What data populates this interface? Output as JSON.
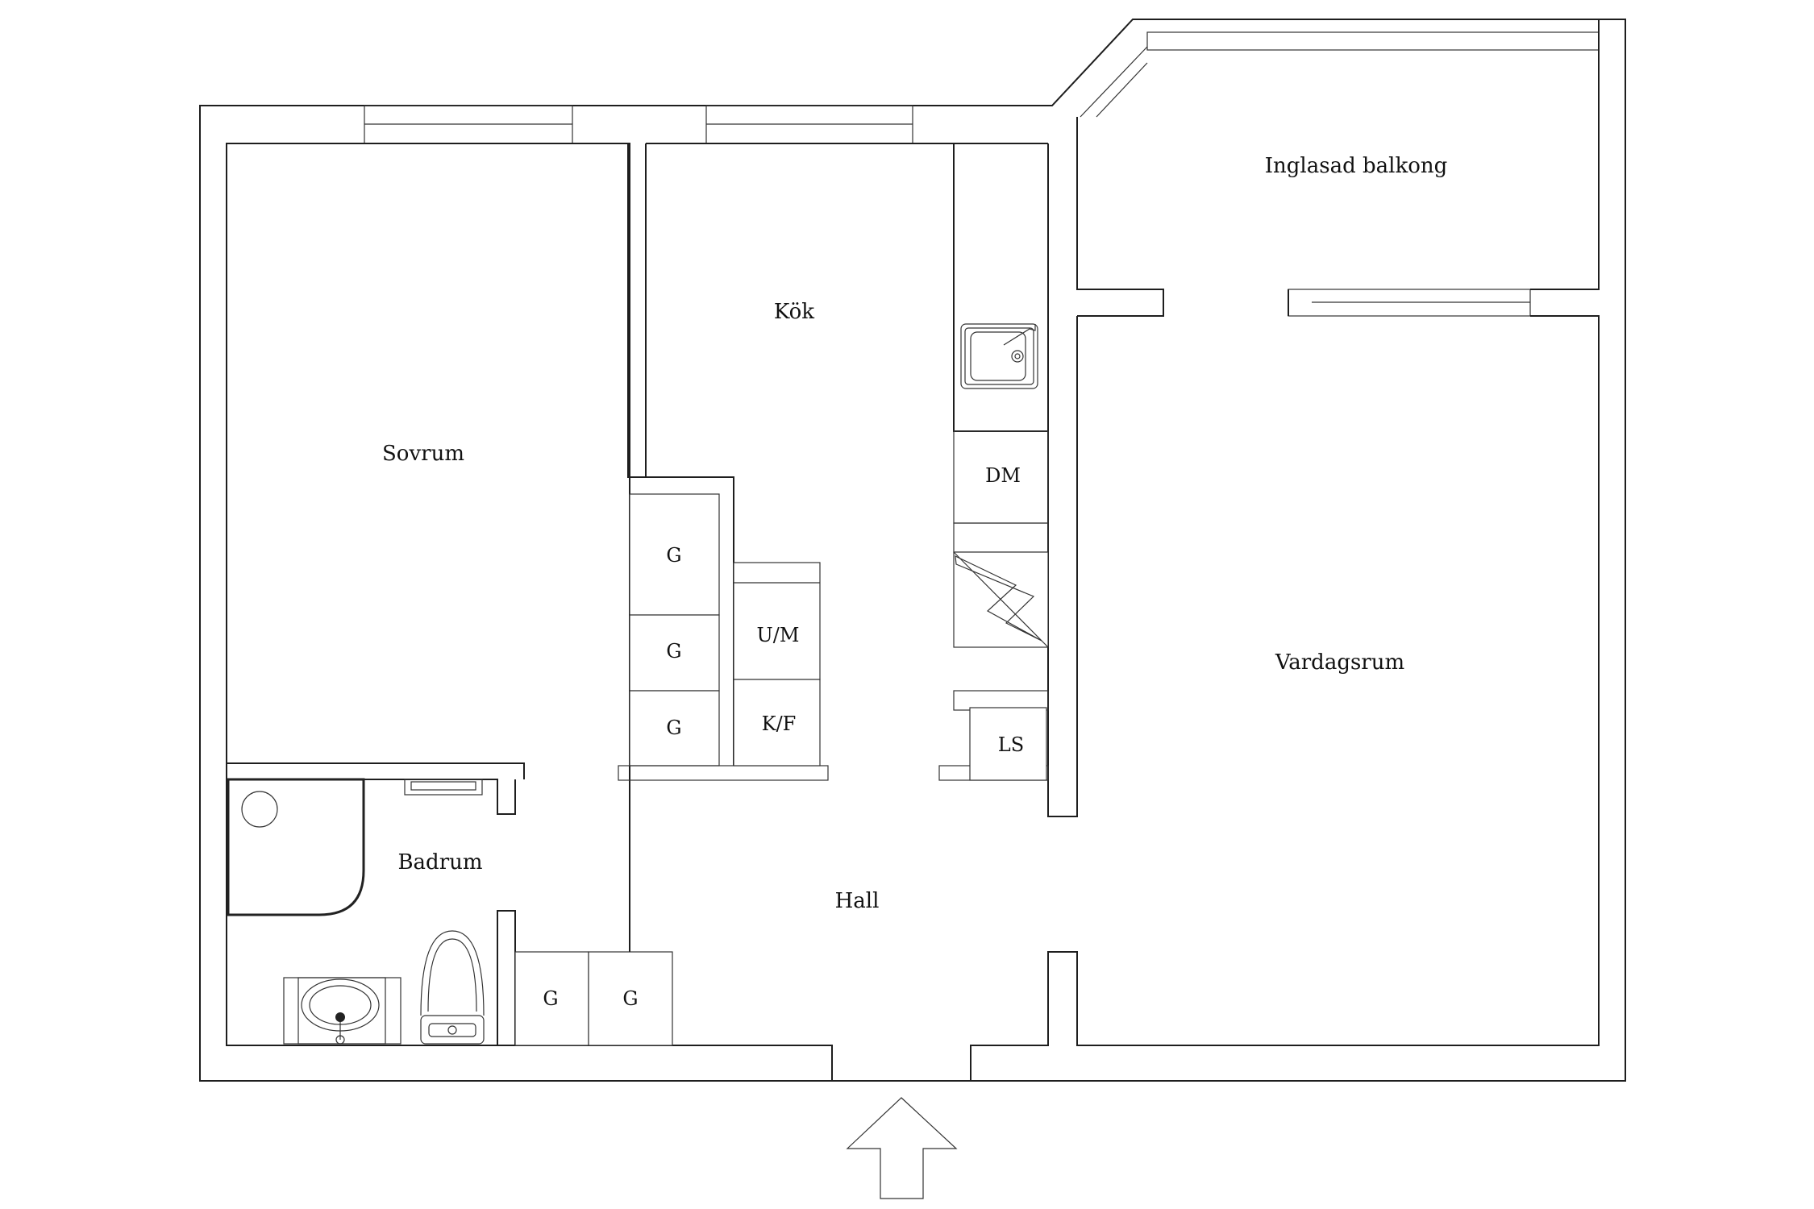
{
  "rooms": {
    "sovrum": "Sovrum",
    "kok": "Kök",
    "balkong": "Inglasad balkong",
    "vardagsrum": "Vardagsrum",
    "badrum": "Badrum",
    "hall": "Hall"
  },
  "fixtures": {
    "wardrobe": "G",
    "dishwasher": "DM",
    "oven_microwave": "U/M",
    "fridge_freezer": "K/F",
    "linen_closet": "LS"
  },
  "icons": {
    "entrance": "entrance-arrow-icon",
    "stove": "stove-icon",
    "sink": "kitchen-sink-icon",
    "basin": "wash-basin-icon",
    "toilet": "toilet-icon",
    "shower": "shower-icon"
  },
  "colors": {
    "line": "#1e1e1e",
    "background": "#ffffff"
  }
}
